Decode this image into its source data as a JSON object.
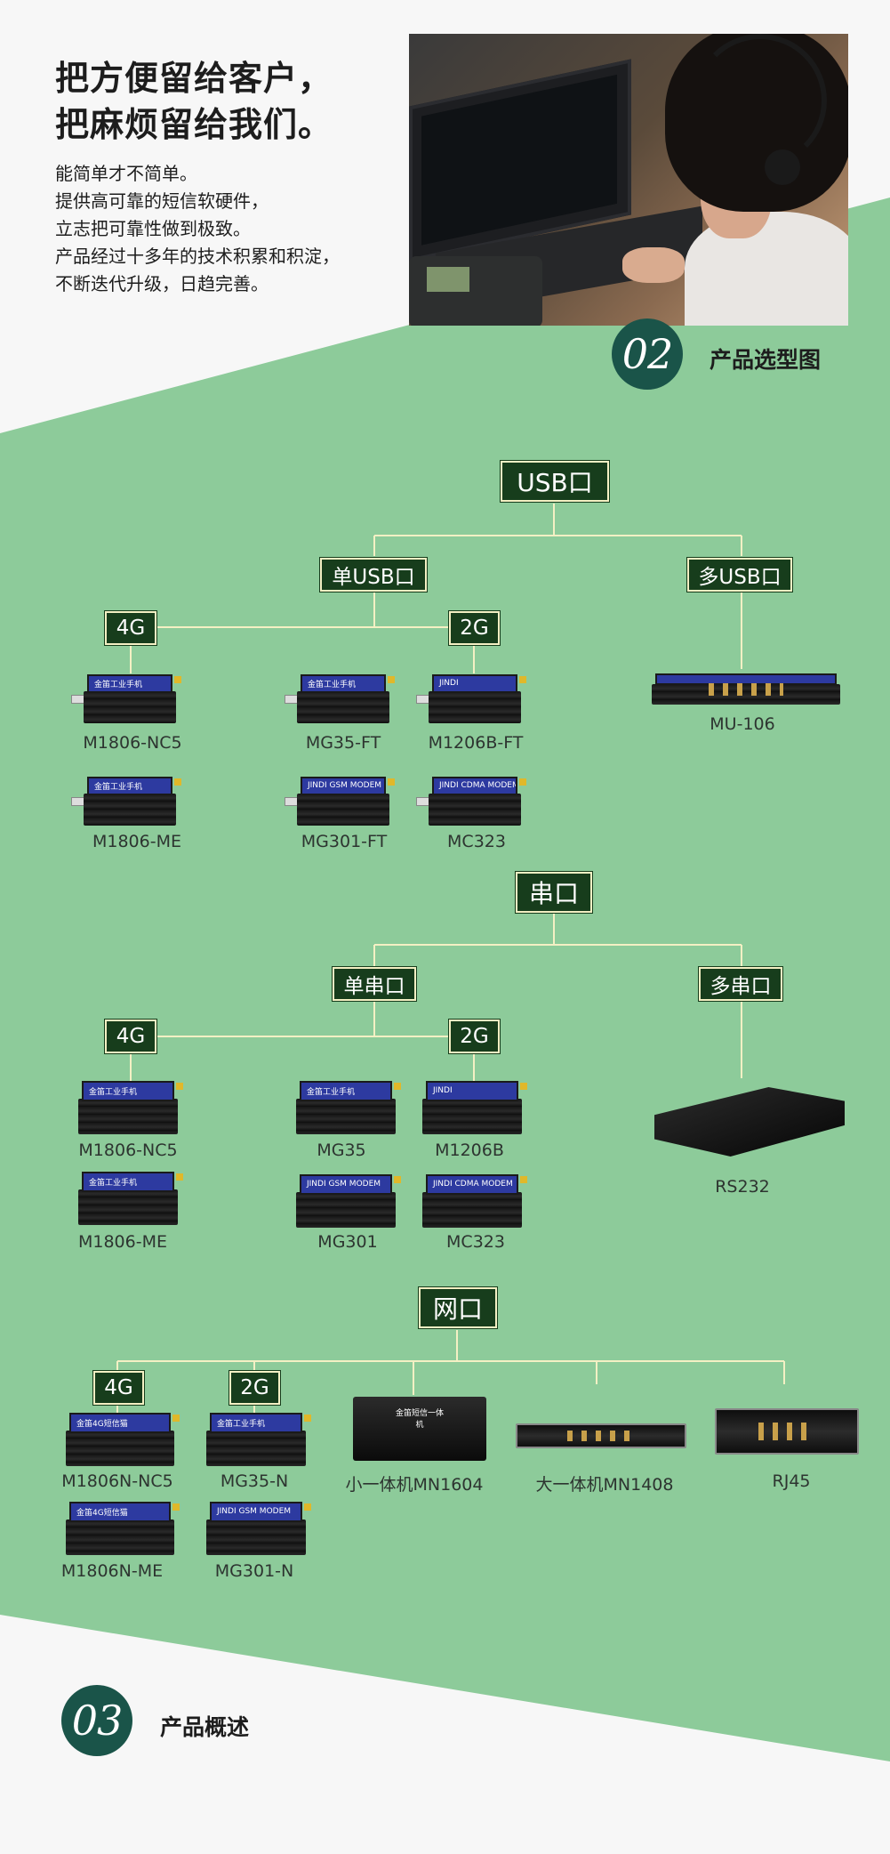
{
  "hero": {
    "title_line1": "把方便留给客户，",
    "title_line2": "把麻烦留给我们。",
    "body_lines": [
      "能简单才不简单。",
      "提供高可靠的短信软硬件，",
      "立志把可靠性做到极致。",
      "产品经过十多年的技术积累和积淀，",
      "不断迭代升级，日趋完善。"
    ]
  },
  "section02": {
    "number": "02",
    "label": "产品选型图"
  },
  "section03": {
    "number": "03",
    "label": "产品概述"
  },
  "usb": {
    "root": "USB口",
    "single": "单USB口",
    "multi": "多USB口",
    "g4": "4G",
    "g2": "2G",
    "products": {
      "m1806_nc5": "M1806-NC5",
      "mg35_ft": "MG35-FT",
      "m1206b_ft": "M1206B-FT",
      "m1806_me": "M1806-ME",
      "mg301_ft": "MG301-FT",
      "mc323": "MC323",
      "mu106": "MU-106"
    }
  },
  "serial": {
    "root": "串口",
    "single": "单串口",
    "multi": "多串口",
    "g4": "4G",
    "g2": "2G",
    "products": {
      "m1806_nc5": "M1806-NC5",
      "mg35": "MG35",
      "m1206b": "M1206B",
      "m1806_me": "M1806-ME",
      "mg301": "MG301",
      "mc323": "MC323",
      "rs232": "RS232"
    }
  },
  "network": {
    "root": "网口",
    "g4": "4G",
    "g2": "2G",
    "products": {
      "m1806n_nc5": "M1806N-NC5",
      "mg35_n": "MG35-N",
      "mn1604": "小一体机MN1604",
      "mn1408": "大一体机MN1408",
      "rj45": "RJ45",
      "m1806n_me": "M1806N-ME",
      "mg301_n": "MG301-N"
    }
  },
  "device_plates": {
    "industrial": "金笛工业手机",
    "jindi": "JINDI",
    "gsm": "JINDI GSM MODEM",
    "cdma": "JINDI CDMA MODEM",
    "four_g": "金笛4G短信猫",
    "sms_box": "金笛短信一体机"
  },
  "colors": {
    "green_bg": "#8dcb9a",
    "box_bg": "#173d1c",
    "line": "#f4f0c4",
    "circle": "#1a5449"
  }
}
